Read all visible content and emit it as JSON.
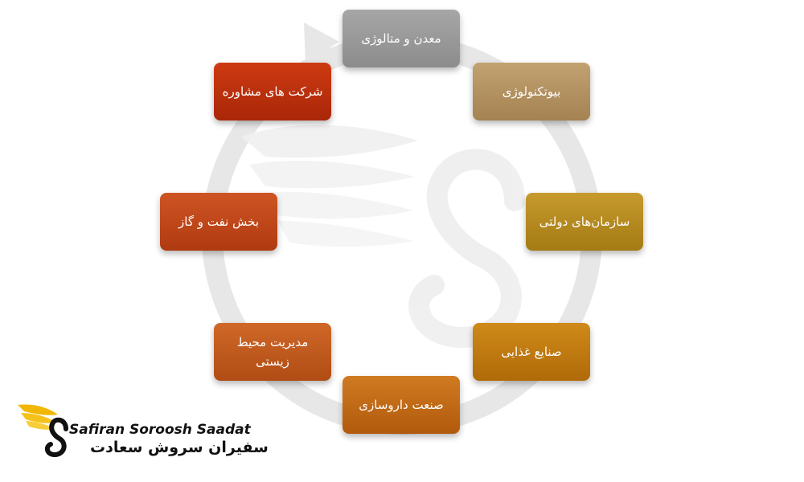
{
  "diagram": {
    "nodes": [
      {
        "id": "metal",
        "label": "معدن و متالوژی",
        "color": "#999999"
      },
      {
        "id": "biotech",
        "label": "بیوتکنولوژی",
        "color": "#b38f60"
      },
      {
        "id": "gov",
        "label": "سازمان‌های دولتی",
        "color": "#b68a20"
      },
      {
        "id": "food",
        "label": "صنایع غذایی",
        "color": "#c07a12"
      },
      {
        "id": "pharma",
        "label": "صنعت داروسازی",
        "color": "#c26a18"
      },
      {
        "id": "env",
        "label": "مدیریت محیط زیستی",
        "color": "#c05a1e"
      },
      {
        "id": "oil",
        "label": "بخش نفت و گاز",
        "color": "#bf471a"
      },
      {
        "id": "consult",
        "label": "شرکت های مشاوره",
        "color": "#bc300d"
      }
    ],
    "cycle_color": "#e6e6e6"
  },
  "logo": {
    "name_en": "Safiran Soroosh Saadat",
    "name_fa": "سفیران سروش سعادت",
    "accent_color": "#f2b705"
  }
}
